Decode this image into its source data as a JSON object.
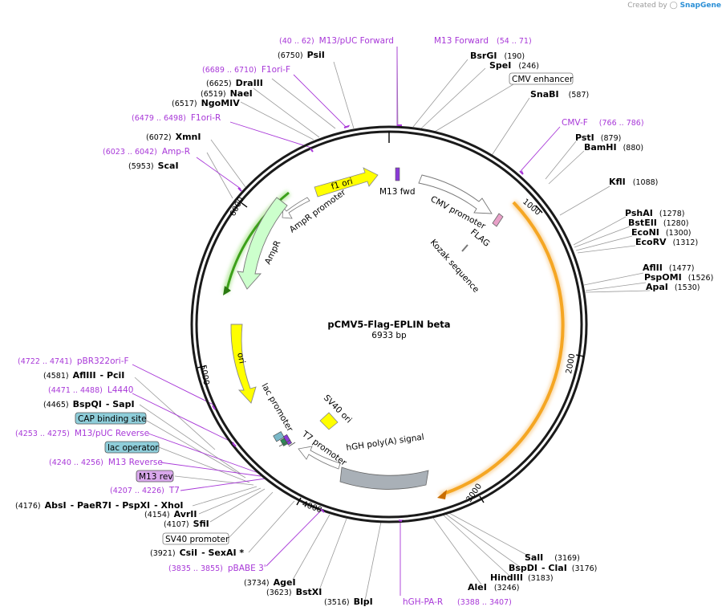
{
  "credit": {
    "prefix": "Created by",
    "brand": "SnapGene"
  },
  "plasmid": {
    "name": "pCMV5-Flag-EPLIN beta",
    "size": "6933 bp"
  },
  "ticks": [
    "1000",
    "2000",
    "3000",
    "4000",
    "5000",
    "6000"
  ],
  "features": [
    {
      "id": "f1ori",
      "label": "f1 ori",
      "color": "#ffff00"
    },
    {
      "id": "m13fwd",
      "label": "M13 fwd",
      "color": "#8a3ad8"
    },
    {
      "id": "cmvpromoter",
      "label": "CMV promoter",
      "color": "#ffffff"
    },
    {
      "id": "flag",
      "label": "FLAG",
      "color": "#e8a0c8"
    },
    {
      "id": "kozak",
      "label": "Kozak sequence",
      "color": "#ffffff"
    },
    {
      "id": "eplin",
      "label": "",
      "color": "#f5a623"
    },
    {
      "id": "hgh",
      "label": "hGH poly(A) signal",
      "color": "#a9b0b7"
    },
    {
      "id": "sv40ori",
      "label": "SV40 ori",
      "color": "#ffff00"
    },
    {
      "id": "t7promoter",
      "label": "T7 promoter",
      "color": "#ffffff"
    },
    {
      "id": "lacpromoter",
      "label": "lac promoter",
      "color": "#ffffff"
    },
    {
      "id": "ori",
      "label": "ori",
      "color": "#ffff00"
    },
    {
      "id": "ampr",
      "label": "AmpR",
      "color": "#ccffcc"
    },
    {
      "id": "amprpromoter",
      "label": "AmpR promoter",
      "color": "#ffffff"
    },
    {
      "id": "green",
      "label": "",
      "color": "#3ca01a"
    }
  ],
  "labels": {
    "L0": {
      "pos": "(40 .. 62)",
      "name": "M13/pUC Forward"
    },
    "L1": {
      "pos": "(54 .. 71)",
      "name": "M13 Forward"
    },
    "L2": {
      "pos": "(6750)",
      "name": "PsiI"
    },
    "L3": {
      "name": "BsrGI",
      "pos": "(190)"
    },
    "L4": {
      "name": "SpeI",
      "pos": "(246)"
    },
    "L5": {
      "pos": "(6689 .. 6710)",
      "name": "F1ori-F"
    },
    "L6": {
      "name": "CMV enhancer"
    },
    "L7": {
      "pos": "(6625)",
      "name": "DraIII"
    },
    "L8": {
      "name": "SnaBI",
      "pos": "(587)"
    },
    "L9": {
      "pos": "(6519)",
      "name": "NaeI"
    },
    "L10": {
      "pos": "(6517)",
      "name": "NgoMIV"
    },
    "L11": {
      "pos": "(6479 .. 6498)",
      "name": "F1ori-R"
    },
    "L12": {
      "name": "CMV-F",
      "pos": "(766 .. 786)"
    },
    "L13": {
      "name": "PstI",
      "pos": "(879)"
    },
    "L14": {
      "pos": "(6072)",
      "name": "XmnI"
    },
    "L15": {
      "name": "BamHI",
      "pos": "(880)"
    },
    "L16": {
      "pos": "(6023 .. 6042)",
      "name": "Amp-R"
    },
    "L17": {
      "pos": "(5953)",
      "name": "ScaI"
    },
    "L18": {
      "name": "KflI",
      "pos": "(1088)"
    },
    "L19": {
      "name": "PshAI",
      "pos": "(1278)"
    },
    "L20": {
      "name": "BstEII",
      "pos": "(1280)"
    },
    "L21": {
      "name": "EcoNI",
      "pos": "(1300)"
    },
    "L22": {
      "name": "EcoRV",
      "pos": "(1312)"
    },
    "L23": {
      "name": "AflII",
      "pos": "(1477)"
    },
    "L24": {
      "name": "PspOMI",
      "pos": "(1526)"
    },
    "L25": {
      "name": "ApaI",
      "pos": "(1530)"
    },
    "L26": {
      "pos": "(4722 .. 4741)",
      "name": "pBR322ori-F"
    },
    "L27": {
      "pos": "(4581)",
      "name": "AflIII",
      "name2": "- PciI"
    },
    "L28": {
      "pos": "(4471 .. 4488)",
      "name": "L4440"
    },
    "L29": {
      "pos": "(4465)",
      "name": "BspQI",
      "name2": "- SapI"
    },
    "L30": {
      "name": "CAP binding site"
    },
    "L31": {
      "pos": "(4253 .. 4275)",
      "name": "M13/pUC Reverse"
    },
    "L32": {
      "name": "lac operator"
    },
    "L33": {
      "pos": "(4240 .. 4256)",
      "name": "M13 Reverse"
    },
    "L34": {
      "name": "M13 rev"
    },
    "L35": {
      "pos": "(4207 .. 4226)",
      "name": "T7"
    },
    "L36": {
      "pos": "(4176)",
      "name": "AbsI",
      "name2": "- PaeR7I",
      "name3": "- PspXI",
      "name4": "- XhoI"
    },
    "L37": {
      "pos": "(4154)",
      "name": "AvrII"
    },
    "L38": {
      "pos": "(4107)",
      "name": "SfiI"
    },
    "L39": {
      "name": "SV40 promoter"
    },
    "L40": {
      "pos": "(3921)",
      "name": "CsiI",
      "name2": "- SexAI *"
    },
    "L41": {
      "pos": "(3835 .. 3855)",
      "name": "pBABE 3'"
    },
    "L42": {
      "pos": "(3734)",
      "name": "AgeI"
    },
    "L43": {
      "pos": "(3623)",
      "name": "BstXI"
    },
    "L44": {
      "pos": "(3516)",
      "name": "BlpI"
    },
    "L45": {
      "name": "hGH-PA-R"
    },
    "L46": {
      "pos": "(3388 .. 3407)"
    },
    "L47": {
      "name": "SalI",
      "pos": "(3169)"
    },
    "L48": {
      "name": "BspDI",
      "name2": "- ClaI",
      "pos": "(3176)"
    },
    "L49": {
      "name": "HindIII",
      "pos": "(3183)"
    },
    "L50": {
      "name": "AleI",
      "pos": "(3246)"
    }
  }
}
